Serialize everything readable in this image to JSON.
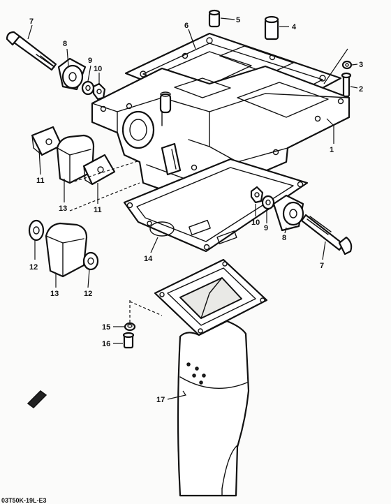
{
  "parts": {
    "p1": "1",
    "p2": "2",
    "p3": "3",
    "p4": "4",
    "p5": "5",
    "p6": "6",
    "p7": "7",
    "p8": "8",
    "p9": "9",
    "p10": "10",
    "p11": "11",
    "p12": "12",
    "p13": "13",
    "p14": "14",
    "p15": "15",
    "p16": "16",
    "p17": "17"
  },
  "footer_code": "03T50K-19L-E3"
}
